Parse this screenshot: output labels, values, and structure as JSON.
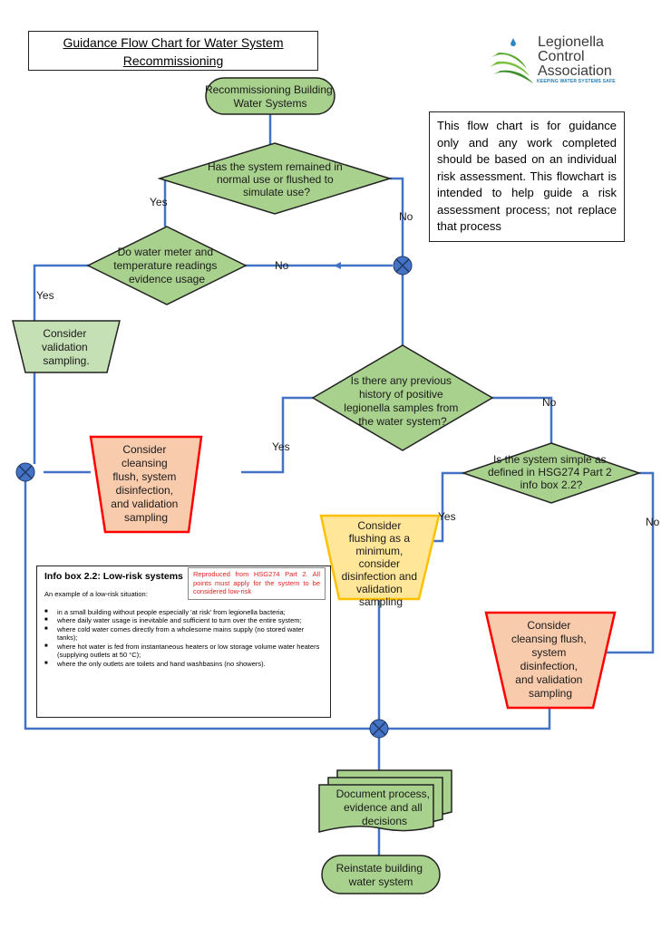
{
  "title": {
    "line1": "Guidance Flow Chart for Water System",
    "line2": "Recommissioning"
  },
  "logo": {
    "line1": "Legionella",
    "line2": "Control",
    "line3": "Association",
    "tagline": "KEEPING WATER SYSTEMS SAFE",
    "colors": {
      "green": "#5aa832",
      "blue": "#2e86c1"
    }
  },
  "note": "This flow chart is for guidance only and any work completed should be based on an individual risk assessment. This flowchart is intended to help guide a risk assessment process; not replace that process",
  "colors": {
    "green_fill": "#a9d18e",
    "green_light": "#c5e0b4",
    "orange_fill": "#f8cbad",
    "orange_border": "#ff0000",
    "yellow_fill": "#ffe699",
    "yellow_border": "#ffc000",
    "line": "#4472c4",
    "junction": "#4472c4"
  },
  "nodes": {
    "start": [
      "Recommissioning Building",
      "Water Systems"
    ],
    "q1": [
      "Has the system remained in",
      "normal use or flushed to",
      "simulate use?"
    ],
    "q2": [
      "Do water meter  and",
      "temperature readings",
      "evidence usage"
    ],
    "validation": [
      "Consider",
      "validation",
      "sampling."
    ],
    "q3": [
      "Is there any previous",
      "history of positive",
      "legionella samples from",
      "the water system?"
    ],
    "cleanse1": [
      "Consider",
      "cleansing",
      "flush, system",
      "disinfection,",
      "and validation",
      "sampling"
    ],
    "q4": [
      "Is the system simple as",
      "defined in HSG274 Part 2",
      "info box 2.2?"
    ],
    "flush": [
      "Consider",
      "flushing as a",
      "minimum,",
      "consider",
      "disinfection and",
      "validation",
      "sampling"
    ],
    "cleanse2": [
      "Consider",
      "cleansing flush,",
      "system",
      "disinfection,",
      "and validation",
      "sampling"
    ],
    "document": [
      "Document process,",
      "evidence and all",
      "decisions"
    ],
    "end": [
      "Reinstate building",
      "water system"
    ]
  },
  "edge_labels": {
    "q1_yes": "Yes",
    "q1_no": "No",
    "q2_yes": "Yes",
    "q2_no": "No",
    "q3_yes": "Yes",
    "q3_no": "No",
    "q4_yes": "Yes",
    "q4_no": "No"
  },
  "infobox": {
    "title": "Info box 2.2: Low-risk systems",
    "intro": "An example of a low-risk situation:",
    "items": [
      "in a small building without people especially 'at risk' from legionella bacteria;",
      "where daily water usage is inevitable and sufficient to turn over the entire system;",
      "where cold water comes directly from a wholesome mains supply (no stored water tanks);",
      "where hot water is fed from instantaneous heaters or low storage volume water heaters (supplying outlets at 50 °C);",
      "where the only outlets are toilets and hand washbasins (no showers)."
    ],
    "reproduced": "Reproduced from HSG274 Part 2. All points must apply for the system to be considered low-risk"
  }
}
